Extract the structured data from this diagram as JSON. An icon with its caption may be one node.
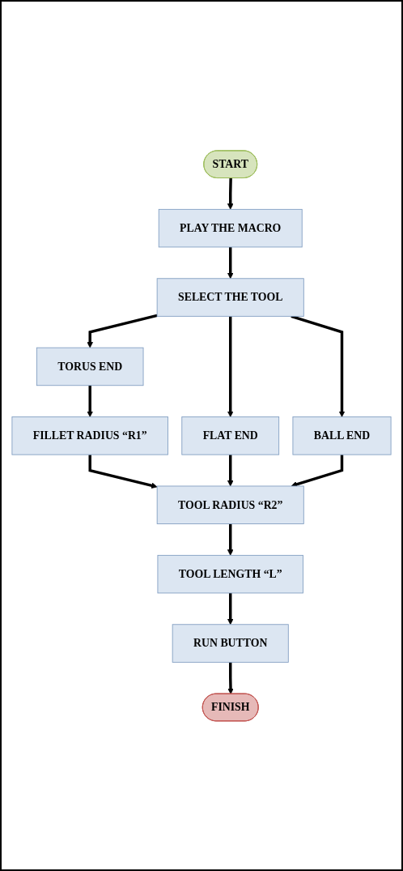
{
  "diagram": {
    "nodes": [
      {
        "text": [
          "START"
        ]
      },
      {
        "text": [
          "PLAY THE MACRO"
        ]
      },
      {
        "text": [
          "SELECT THE TOOL"
        ]
      },
      {
        "text": [
          "TORUS END"
        ]
      },
      {
        "text": [
          "FLAT END"
        ]
      },
      {
        "text": [
          "BALL END"
        ]
      },
      {
        "text": [
          "FILLET RADIUS “R1”"
        ]
      },
      {
        "text": [
          "TOOL RADIUS “R2”"
        ]
      },
      {
        "text": [
          "TOOL LENGTH “L”"
        ]
      },
      {
        "text": [
          "RUN BUTTON"
        ]
      },
      {
        "text": [
          "FINISH"
        ]
      }
    ],
    "edges": [
      {
        "from": 0,
        "to": 1,
        "arrow": "to"
      },
      {
        "from": 1,
        "to": 2,
        "arrow": "to"
      },
      {
        "from": 2,
        "to": 3,
        "arrow": "to"
      },
      {
        "from": 2,
        "to": 4,
        "arrow": "to"
      },
      {
        "from": 2,
        "to": 5,
        "arrow": "to"
      },
      {
        "from": 3,
        "to": 6,
        "arrow": "to"
      },
      {
        "from": 6,
        "to": 7,
        "arrow": "to"
      },
      {
        "from": 4,
        "to": 7,
        "arrow": "to"
      },
      {
        "from": 5,
        "to": 7,
        "arrow": "to"
      },
      {
        "from": 7,
        "to": 8,
        "arrow": "to"
      },
      {
        "from": 8,
        "to": 9,
        "arrow": "to"
      },
      {
        "from": 9,
        "to": 10,
        "arrow": "to"
      }
    ]
  }
}
